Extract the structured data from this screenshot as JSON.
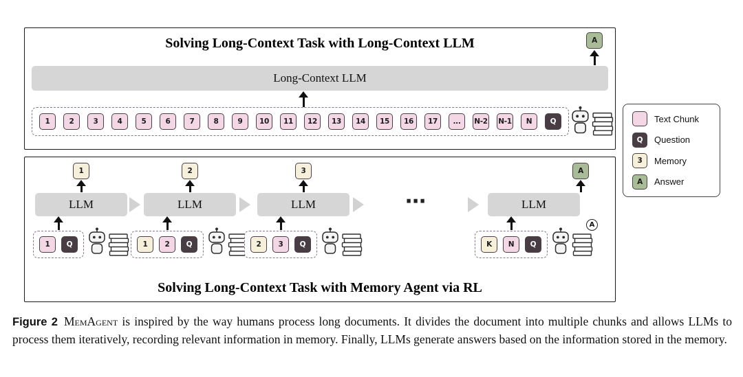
{
  "colors": {
    "chunk": "#f3d7e4",
    "question": "#473d43",
    "memory": "#f6f0da",
    "answer": "#a8bd97",
    "llm_box": "#d6d6d6",
    "panel_border": "#1a1a1a",
    "arrow": "#111111",
    "chevron": "#d2d2d2",
    "dashed_border": "#85788a"
  },
  "top_panel": {
    "title": "Solving Long-Context Task with Long-Context LLM",
    "llm_label": "Long-Context LLM",
    "answer_label": "A",
    "chunks": [
      {
        "label": "1",
        "type": "chunk"
      },
      {
        "label": "2",
        "type": "chunk"
      },
      {
        "label": "3",
        "type": "chunk"
      },
      {
        "label": "4",
        "type": "chunk"
      },
      {
        "label": "5",
        "type": "chunk"
      },
      {
        "label": "6",
        "type": "chunk"
      },
      {
        "label": "7",
        "type": "chunk"
      },
      {
        "label": "8",
        "type": "chunk"
      },
      {
        "label": "9",
        "type": "chunk"
      },
      {
        "label": "10",
        "type": "chunk"
      },
      {
        "label": "11",
        "type": "chunk"
      },
      {
        "label": "12",
        "type": "chunk"
      },
      {
        "label": "13",
        "type": "chunk"
      },
      {
        "label": "14",
        "type": "chunk"
      },
      {
        "label": "15",
        "type": "chunk"
      },
      {
        "label": "16",
        "type": "chunk"
      },
      {
        "label": "17",
        "type": "chunk"
      },
      {
        "label": "...",
        "type": "chunk"
      },
      {
        "label": "N-2",
        "type": "chunk"
      },
      {
        "label": "N-1",
        "type": "chunk"
      },
      {
        "label": "N",
        "type": "chunk"
      },
      {
        "label": "Q",
        "type": "question"
      }
    ]
  },
  "bottom_panel": {
    "title": "Solving Long-Context Task with Memory Agent via RL",
    "ellipsis": "⋯",
    "answer_mark": "A",
    "stages": [
      {
        "llm_label": "LLM",
        "output": {
          "label": "1",
          "type": "memory"
        },
        "inputs": [
          {
            "label": "1",
            "type": "chunk"
          },
          {
            "label": "Q",
            "type": "question"
          }
        ]
      },
      {
        "llm_label": "LLM",
        "output": {
          "label": "2",
          "type": "memory"
        },
        "inputs": [
          {
            "label": "1",
            "type": "memory"
          },
          {
            "label": "2",
            "type": "chunk"
          },
          {
            "label": "Q",
            "type": "question"
          }
        ]
      },
      {
        "llm_label": "LLM",
        "output": {
          "label": "3",
          "type": "memory"
        },
        "inputs": [
          {
            "label": "2",
            "type": "memory"
          },
          {
            "label": "3",
            "type": "chunk"
          },
          {
            "label": "Q",
            "type": "question"
          }
        ]
      },
      {
        "llm_label": "LLM",
        "output": {
          "label": "A",
          "type": "answer"
        },
        "inputs": [
          {
            "label": "K",
            "type": "memory"
          },
          {
            "label": "N",
            "type": "chunk"
          },
          {
            "label": "Q",
            "type": "question"
          }
        ]
      }
    ]
  },
  "legend": {
    "items": [
      {
        "swatch": "",
        "type": "chunk",
        "label": "Text Chunk"
      },
      {
        "swatch": "Q",
        "type": "question",
        "label": "Question"
      },
      {
        "swatch": "3",
        "type": "memory",
        "label": "Memory"
      },
      {
        "swatch": "A",
        "type": "answer",
        "label": "Answer"
      }
    ]
  },
  "caption": {
    "figure_label": "Figure 2",
    "project_name": "MemAgent",
    "body": " is inspired by the way humans process long documents. It divides the document into multiple chunks and allows LLMs to process them iteratively, recording relevant information in memory. Finally, LLMs generate answers based on the information stored in the memory."
  }
}
